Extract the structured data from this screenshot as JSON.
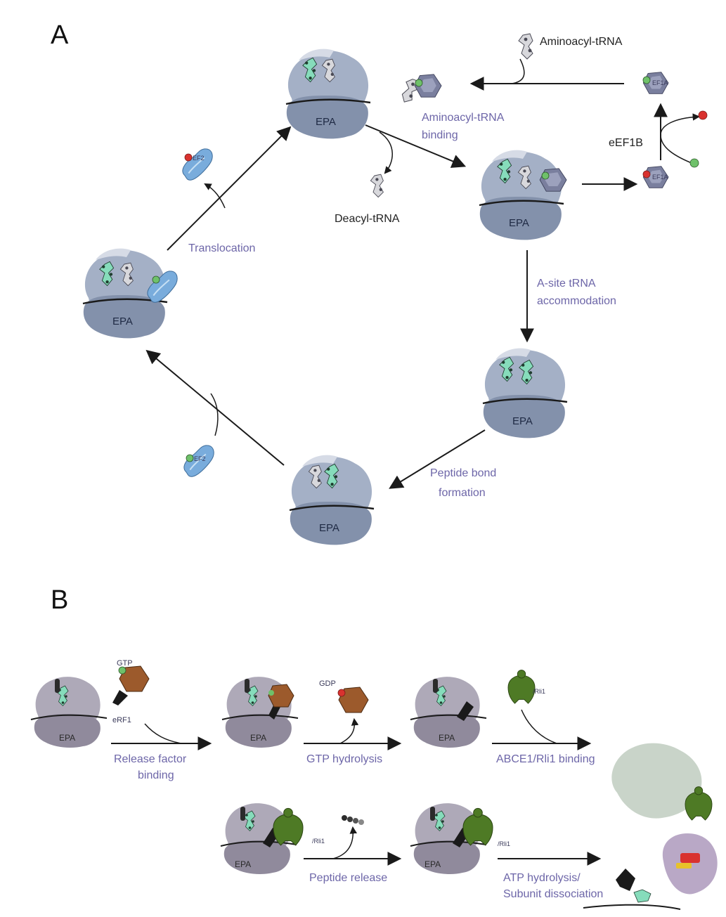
{
  "panels": {
    "a": "A",
    "b": "B"
  },
  "site_label": "EPA",
  "panel_a": {
    "aminoacyl_trna": "Aminoacyl-tRNA",
    "aminoacyl_binding_1": "Aminoacyl-tRNA",
    "aminoacyl_binding_2": "binding",
    "deacyl_trna": "Deacyl-tRNA",
    "translocation": "Translocation",
    "eef1b": "eEF1B",
    "accommodation_1": "A-site tRNA",
    "accommodation_2": "accommodation",
    "peptide_bond_1": "Peptide bond",
    "peptide_bond_2": "formation",
    "ef1a": "EF1A",
    "ef2": "EF2"
  },
  "panel_b": {
    "gtp": "GTP",
    "erf1": "eRF1",
    "release_binding_1": "Release factor",
    "release_binding_2": "binding",
    "gdp": "GDP",
    "gtp_hydrolysis": "GTP hydrolysis",
    "abce1_binding": "ABCE1/Rli1 binding",
    "peptide_release": "Peptide release",
    "atp_hydrolysis_1": "ATP hydrolysis/",
    "atp_hydrolysis_2": "Subunit dissociation",
    "rli1": "/Rli1"
  },
  "colors": {
    "ribosome_a_large": "#a4b0c6",
    "ribosome_a_small": "#8391ab",
    "ribosome_b_large": "#aea9b8",
    "ribosome_b_small": "#908a9c",
    "trna_green": "#86dcbb",
    "ef2_blue": "#79acdc",
    "ef1a_hex": "#7a7f9e",
    "erf3_brown": "#9c5a2c",
    "abce1_green": "#4e7a25",
    "gdp_red": "#d9322f",
    "gtp_green": "#6fc16a",
    "label_purple": "#6d66a8"
  }
}
